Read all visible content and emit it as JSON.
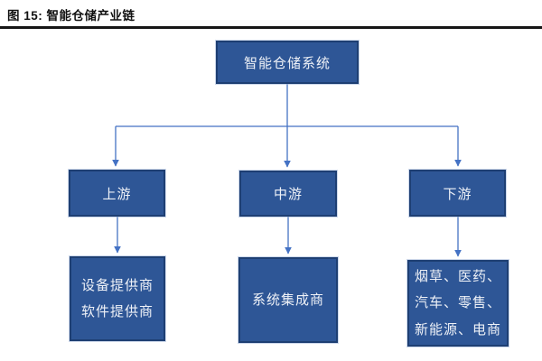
{
  "figure": {
    "title": "图 15: 智能仓储产业链"
  },
  "colors": {
    "box_fill": "#2e5696",
    "box_border": "#1e3f73",
    "box_text": "#eef1f7",
    "connector": "#4472c4",
    "title_text": "#111111",
    "title_rule": "#161616",
    "page_bg": "#ffffff"
  },
  "diagram": {
    "root_label": "智能仓储系统",
    "tiers": [
      {
        "label": "上游",
        "detail": "设备提供商\n软件提供商"
      },
      {
        "label": "中游",
        "detail": "系统集成商"
      },
      {
        "label": "下游",
        "detail": "烟草、医药、\n汽车、零售、\n新能源、电商"
      }
    ]
  }
}
